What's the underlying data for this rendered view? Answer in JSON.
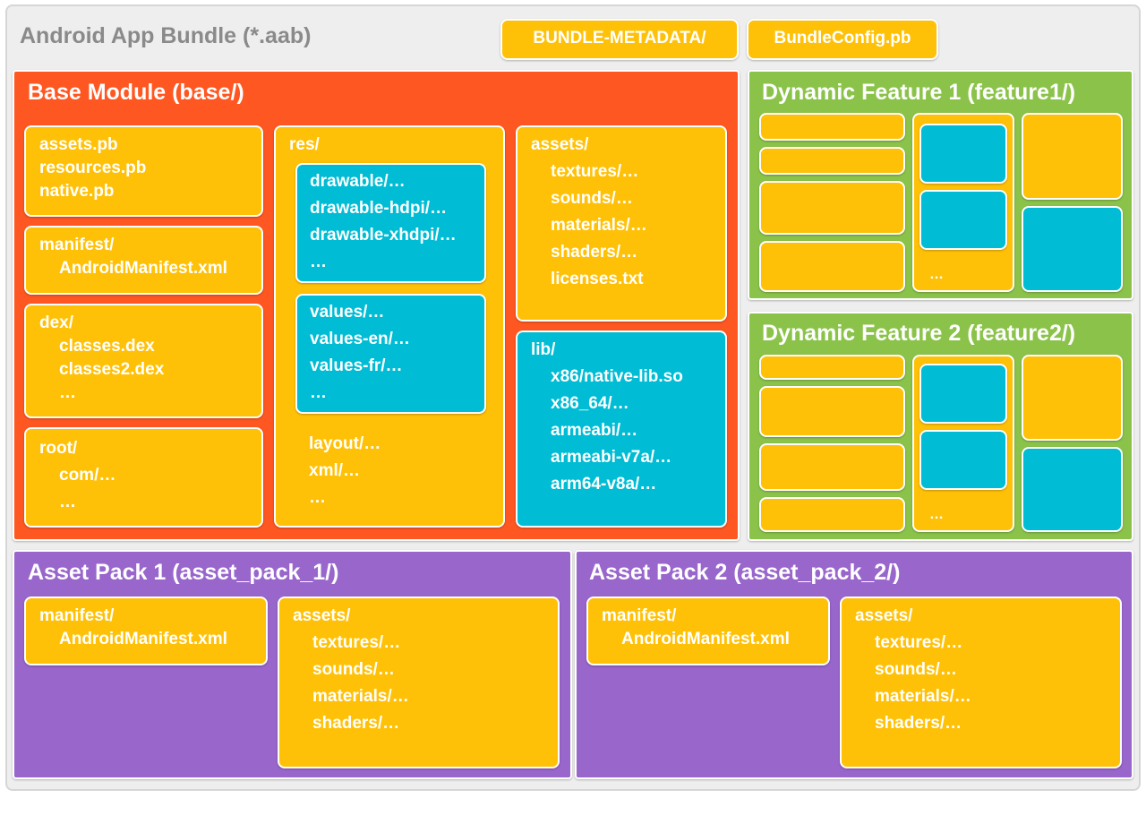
{
  "bundle": {
    "title": "Android App Bundle (*.aab)"
  },
  "top_files": {
    "metadata": "BUNDLE-METADATA/",
    "config": "BundleConfig.pb"
  },
  "base_module": {
    "title": "Base Module (base/)",
    "pb_files": [
      "assets.pb",
      "resources.pb",
      "native.pb"
    ],
    "manifest": {
      "dir": "manifest/",
      "file": "AndroidManifest.xml"
    },
    "dex": {
      "dir": "dex/",
      "items": [
        "classes.dex",
        "classes2.dex",
        "…"
      ]
    },
    "root": {
      "dir": "root/",
      "items": [
        "com/…",
        "…"
      ]
    },
    "res": {
      "dir": "res/",
      "drawable": [
        "drawable/…",
        "drawable-hdpi/…",
        "drawable-xhdpi/…",
        "…"
      ],
      "values": [
        "values/…",
        "values-en/…",
        "values-fr/…",
        "…"
      ],
      "other": [
        "layout/…",
        "xml/…",
        "…"
      ]
    },
    "assets": {
      "dir": "assets/",
      "items": [
        "textures/…",
        "sounds/…",
        "materials/…",
        "shaders/…",
        "licenses.txt"
      ]
    },
    "lib": {
      "dir": "lib/",
      "items": [
        "x86/native-lib.so",
        "x86_64/…",
        "armeabi/…",
        "armeabi-v7a/…",
        "arm64-v8a/…"
      ]
    }
  },
  "feature1": {
    "title": "Dynamic Feature 1 (feature1/)",
    "ellipsis": "…"
  },
  "feature2": {
    "title": "Dynamic Feature 2 (feature2/)",
    "ellipsis": "…"
  },
  "asset_pack_1": {
    "title": "Asset Pack 1 (asset_pack_1/)",
    "manifest": {
      "dir": "manifest/",
      "file": "AndroidManifest.xml"
    },
    "assets": {
      "dir": "assets/",
      "items": [
        "textures/…",
        "sounds/…",
        "materials/…",
        "shaders/…"
      ]
    }
  },
  "asset_pack_2": {
    "title": "Asset Pack 2 (asset_pack_2/)",
    "manifest": {
      "dir": "manifest/",
      "file": "AndroidManifest.xml"
    },
    "assets": {
      "dir": "assets/",
      "items": [
        "textures/…",
        "sounds/…",
        "materials/…",
        "shaders/…"
      ]
    }
  },
  "colors": {
    "base_module": "#ff5722",
    "dynamic_feature": "#8bc34a",
    "asset_pack": "#9966cc",
    "folder_yellow": "#ffc107",
    "folder_teal": "#00bcd4",
    "bundle_bg": "#eeeeee"
  }
}
